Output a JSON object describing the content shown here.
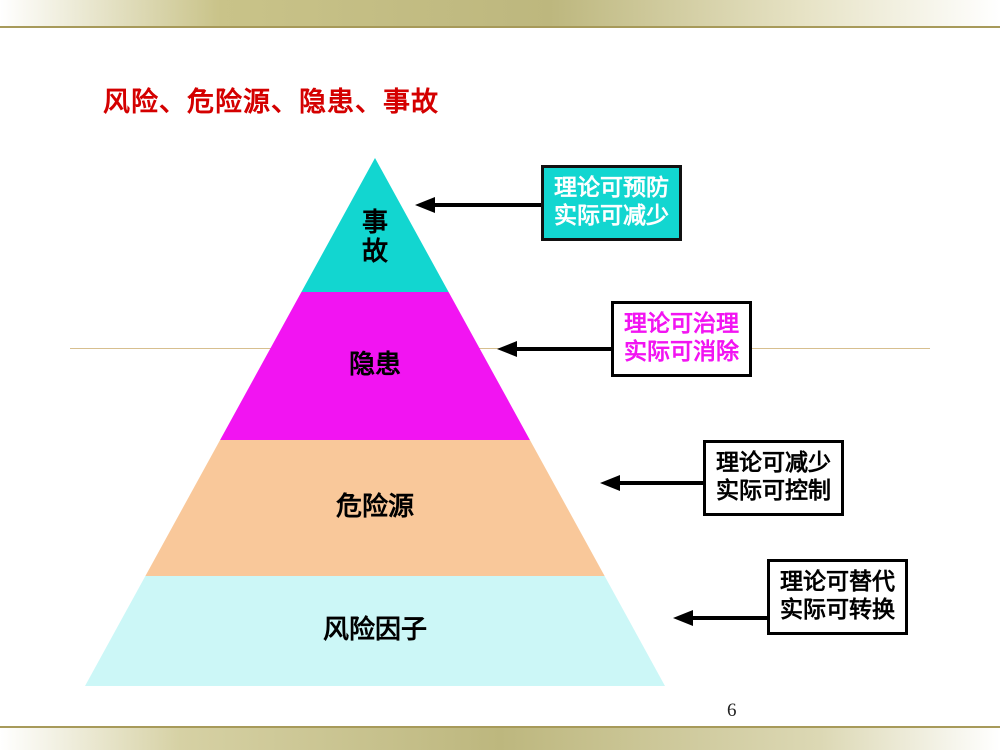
{
  "slide": {
    "title": "风险、危险源、隐患、事故",
    "page_number": "6",
    "accent_colors": {
      "title_red": "#d40000",
      "level_accident": "#12d6d0",
      "level_hazard": "#f214f2",
      "level_source": "#f9c89a",
      "level_risk_factor": "#ccf7f7",
      "band_olive": "#bdb77e"
    }
  },
  "pyramid": {
    "type": "pyramid",
    "levels": [
      {
        "id": "accident",
        "label": "事\n故",
        "label_line1": "事",
        "label_line2": "故",
        "color": "#12d6d0"
      },
      {
        "id": "hazard",
        "label": "隐患",
        "color": "#f214f2"
      },
      {
        "id": "hazard_source",
        "label": "危险源",
        "color": "#f9c89a"
      },
      {
        "id": "risk_factor",
        "label": "风险因子",
        "color": "#ccf7f7"
      }
    ]
  },
  "callouts": [
    {
      "id": "callout-accident",
      "line1": "理论可预防",
      "line2": "实际可减少",
      "text_color": "#ffffff",
      "fill_color": "#12d6d0"
    },
    {
      "id": "callout-hazard",
      "line1": "理论可治理",
      "line2": "实际可消除",
      "text_color": "#f214f2",
      "fill_color": "#ffffff"
    },
    {
      "id": "callout-source",
      "line1": "理论可减少",
      "line2": "实际可控制",
      "text_color": "#000000",
      "fill_color": "#ffffff"
    },
    {
      "id": "callout-risk-factor",
      "line1": "理论可替代",
      "line2": "实际可转换",
      "text_color": "#000000",
      "fill_color": "#ffffff"
    }
  ]
}
